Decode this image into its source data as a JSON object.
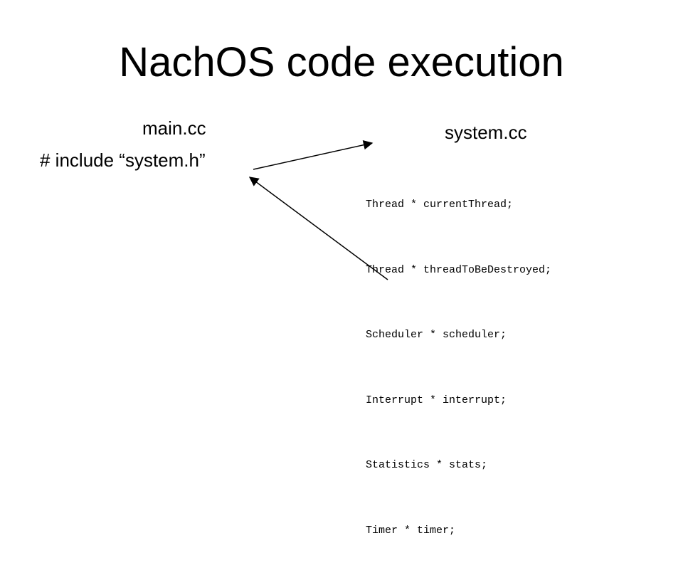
{
  "slide": {
    "title": "NachOS code execution",
    "left": {
      "filename": "main.cc",
      "include_text": "# include “system.h”"
    },
    "right": {
      "filename": "system.cc",
      "code_lines": [
        "Thread * currentThread;",
        "Thread * threadToBeDestroyed;",
        "Scheduler * scheduler;",
        "Interrupt * interrupt;",
        "Statistics * stats;",
        "Timer * timer;"
      ]
    }
  },
  "colors": {
    "background": "#ffffff",
    "text": "#000000",
    "arrow": "#000000"
  }
}
